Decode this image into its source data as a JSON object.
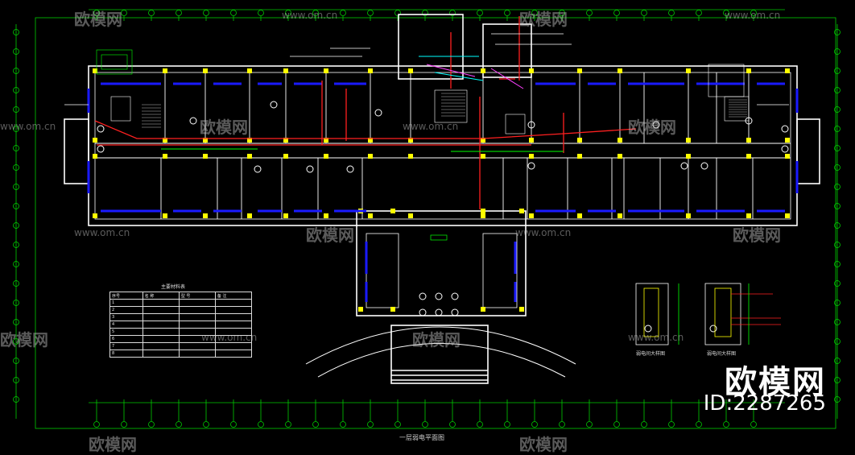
{
  "watermark": {
    "logo_text": "欧模网",
    "url_text": "www.om.cn",
    "brand": "欧模网",
    "id_text": "ID:2287265"
  },
  "drawing": {
    "title": "一层弱电平面图",
    "legend_title": "主要材料表",
    "legend_headers": [
      "序号",
      "名 称",
      "型 号",
      "备 注"
    ],
    "legend_rows": [
      [
        "1",
        "",
        "",
        ""
      ],
      [
        "2",
        "",
        "",
        ""
      ],
      [
        "3",
        "",
        "",
        ""
      ],
      [
        "4",
        "",
        "",
        ""
      ],
      [
        "5",
        "",
        "",
        ""
      ],
      [
        "6",
        "",
        "",
        ""
      ],
      [
        "7",
        "",
        "",
        ""
      ],
      [
        "8",
        "",
        "",
        ""
      ]
    ],
    "detail_caption_left": "弱电间大样图",
    "detail_caption_right": "弱电间大样图"
  },
  "colors": {
    "wall": "#ffffff",
    "green": "#00ff00",
    "blue": "#1010ff",
    "red": "#ff2020",
    "yellow": "#ffff00",
    "cyan": "#00ffff",
    "magenta": "#ff40ff"
  }
}
